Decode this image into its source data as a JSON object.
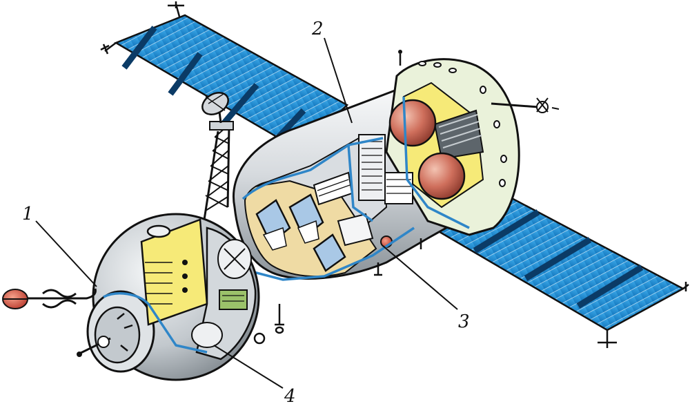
{
  "callouts": {
    "one": "1",
    "two": "2",
    "three": "3",
    "four": "4"
  },
  "colors": {
    "panel_blue": "#1d8fd6",
    "panel_dark": "#0b3b66",
    "hull_light": "#e9ecef",
    "hull_mid": "#b9c0c6",
    "hull_dark": "#6f777e",
    "interior_yellow": "#f6ea78",
    "interior_beige": "#efdba4",
    "pipe_blue": "#2f86c8",
    "tank_red": "#c9604f",
    "seat_blue": "#a9c8e6",
    "outline": "#111111"
  }
}
